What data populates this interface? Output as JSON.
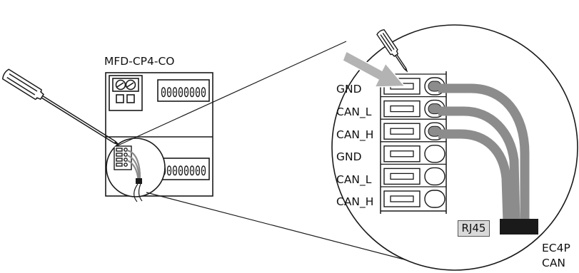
{
  "module_label": "MFD-CP4-CO",
  "module_terminal_digits": "00000000",
  "terminals": [
    {
      "label": "GND",
      "wired": true
    },
    {
      "label": "CAN_L",
      "wired": true
    },
    {
      "label": "CAN_H",
      "wired": true
    },
    {
      "label": "GND",
      "wired": false
    },
    {
      "label": "CAN_L",
      "wired": false
    },
    {
      "label": "CAN_H",
      "wired": false
    }
  ],
  "connector_label": "RJ45",
  "cable_label": {
    "line1": "EC4P",
    "line2": "CAN"
  },
  "colors": {
    "line": "#1a1a1a",
    "cable": "#8c8c8c",
    "rj45_fill": "#d9d9d9",
    "plug": "#1a1a1a"
  },
  "icons": [
    "screwdriver-icon",
    "screw-terminal-icon",
    "arrow-icon",
    "magnifier-circle"
  ]
}
